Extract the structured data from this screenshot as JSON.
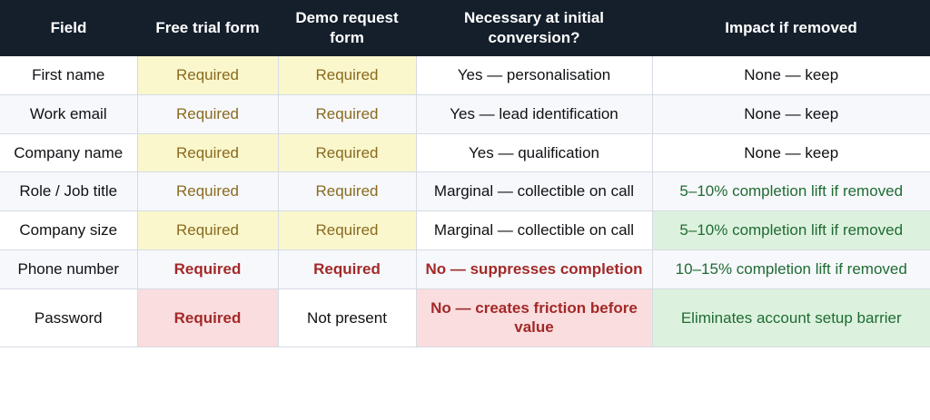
{
  "table": {
    "headers": [
      "Field",
      "Free trial form",
      "Demo request form",
      "Necessary at initial conversion?",
      "Impact if removed"
    ],
    "colors": {
      "header_bg": "#141f2b",
      "header_text": "#ffffff",
      "row_stripe": "#f6f8fb",
      "tint_yellow_bg": "#faf7cd",
      "tint_yellow_text": "#8a6a1f",
      "tint_red_bg": "#fadedf",
      "tint_red_text": "#a32929",
      "tint_green_bg": "#ddf2de",
      "tint_green_text": "#1f6b33",
      "grid_line": "#d6dbe3"
    },
    "rows": [
      {
        "field": "First name",
        "free_trial": "Required",
        "demo_request": "Required",
        "necessary": "Yes — personalisation",
        "impact": "None — keep"
      },
      {
        "field": "Work email",
        "free_trial": "Required",
        "demo_request": "Required",
        "necessary": "Yes — lead identification",
        "impact": "None — keep"
      },
      {
        "field": "Company name",
        "free_trial": "Required",
        "demo_request": "Required",
        "necessary": "Yes — qualification",
        "impact": "None — keep"
      },
      {
        "field": "Role / Job title",
        "free_trial": "Required",
        "demo_request": "Required",
        "necessary": "Marginal — collectible on call",
        "impact": "5–10% completion lift if removed"
      },
      {
        "field": "Company size",
        "free_trial": "Required",
        "demo_request": "Required",
        "necessary": "Marginal — collectible on call",
        "impact": "5–10% completion lift if removed"
      },
      {
        "field": "Phone number",
        "free_trial": "Required",
        "demo_request": "Required",
        "necessary": "No — suppresses completion",
        "impact": "10–15% completion lift if removed"
      },
      {
        "field": "Password",
        "free_trial": "Required",
        "demo_request": "Not present",
        "necessary": "No — creates friction before value",
        "impact": "Eliminates account setup barrier"
      }
    ]
  }
}
